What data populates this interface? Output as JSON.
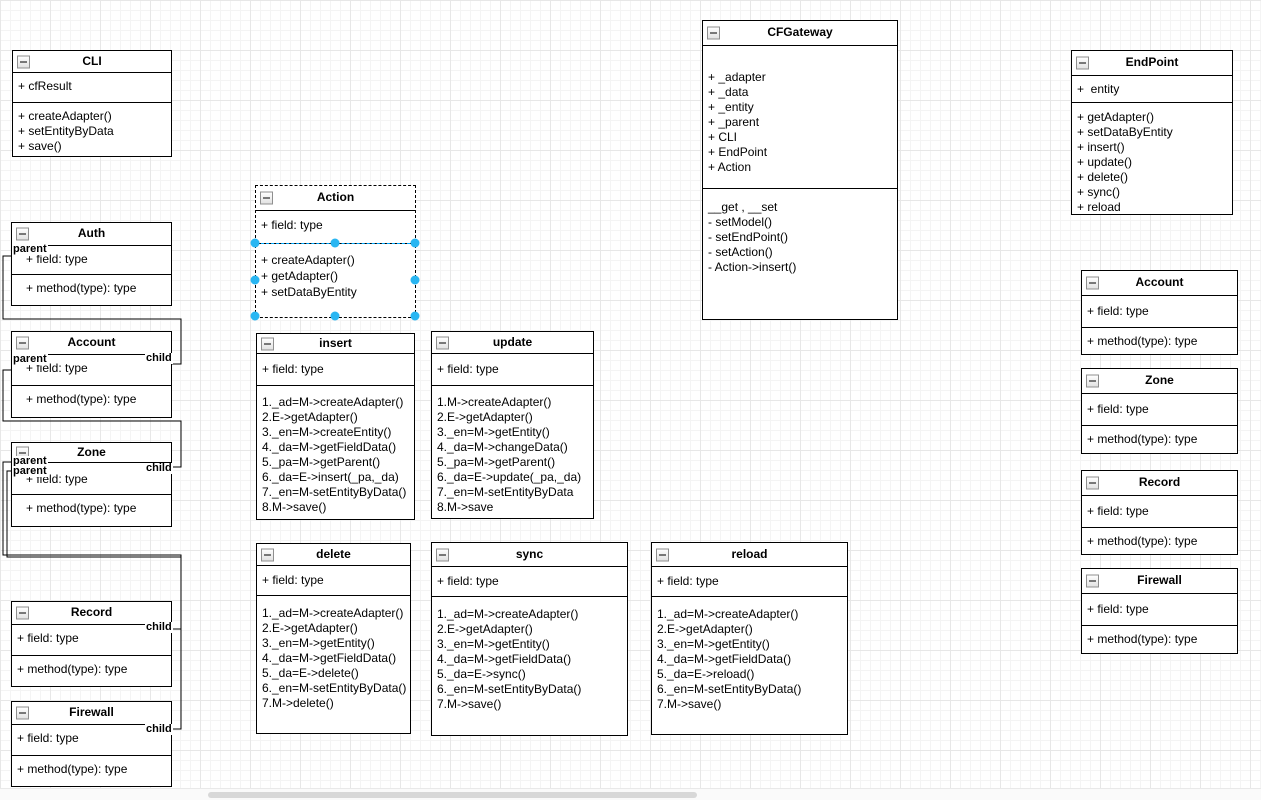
{
  "colors": {
    "box_border": "#000000",
    "selection_handle": "#29b6f2",
    "selection_outline": "#00a8ff",
    "scrollbar_thumb": "#d8d8d8"
  },
  "classes": {
    "cli": {
      "title": "CLI",
      "attrs": [
        "+ cfResult"
      ],
      "methods": [
        "+ createAdapter()",
        "+ setEntityByData",
        "+ save()"
      ]
    },
    "auth": {
      "title": "Auth",
      "attrs": [
        "+ field: type"
      ],
      "methods": [
        "+ method(type): type"
      ]
    },
    "account_left": {
      "title": "Account",
      "attrs": [
        "+ field: type"
      ],
      "methods": [
        "+ method(type): type"
      ]
    },
    "zone_left": {
      "title": "Zone",
      "attrs": [
        "+ field: type"
      ],
      "methods": [
        "+ method(type): type"
      ]
    },
    "record_left": {
      "title": "Record",
      "attrs": [
        "+ field: type"
      ],
      "methods": [
        "+ method(type): type"
      ]
    },
    "firewall_left": {
      "title": "Firewall",
      "attrs": [
        "+ field: type"
      ],
      "methods": [
        "+ method(type): type"
      ]
    },
    "action": {
      "title": "Action",
      "attrs": [
        "+ field: type"
      ],
      "methods": [
        "+ createAdapter()",
        "+ getAdapter()",
        "+ setDataByEntity"
      ]
    },
    "insert": {
      "title": "insert",
      "attrs": [
        "+ field: type"
      ],
      "methods": [
        "1._ad=M->createAdapter()",
        "2.E->getAdapter()",
        "3._en=M->createEntity()",
        "4._da=M->getFieldData()",
        "5._pa=M->getParent()",
        "6._da=E->insert(_pa,_da)",
        "7._en=M-setEntityByData()",
        "8.M->save()"
      ]
    },
    "update": {
      "title": "update",
      "attrs": [
        "+ field: type"
      ],
      "methods": [
        "1.M->createAdapter()",
        "2.E->getAdapter()",
        "3._en=M->getEntity()",
        "4._da=M->changeData()",
        "5._pa=M->getParent()",
        "6._da=E->update(_pa,_da)",
        "7._en=M-setEntityByData",
        "8.M->save"
      ]
    },
    "delete": {
      "title": "delete",
      "attrs": [
        "+ field: type"
      ],
      "methods": [
        "1._ad=M->createAdapter()",
        "2.E->getAdapter()",
        "3._en=M->getEntity()",
        "4._da=M->getFieldData()",
        "5._da=E->delete()",
        "6._en=M-setEntityByData()",
        "7.M->delete()"
      ]
    },
    "sync": {
      "title": "sync",
      "attrs": [
        "+ field: type"
      ],
      "methods": [
        "1._ad=M->createAdapter()",
        "2.E->getAdapter()",
        "3._en=M->getEntity()",
        "4._da=M->getFieldData()",
        "5._da=E->sync()",
        "6._en=M-setEntityByData()",
        "7.M->save()"
      ]
    },
    "reload": {
      "title": "reload",
      "attrs": [
        "+ field: type"
      ],
      "methods": [
        "1._ad=M->createAdapter()",
        "2.E->getAdapter()",
        "3._en=M->getEntity()",
        "4._da=M->getFieldData()",
        "5._da=E->reload()",
        "6._en=M-setEntityByData()",
        "7.M->save()"
      ]
    },
    "cfgateway": {
      "title": "CFGateway",
      "attrs": [
        "+ _adapter",
        "+ _data",
        "+ _entity",
        "+ _parent",
        "+ CLI",
        "+ EndPoint",
        "+ Action"
      ],
      "methods": [
        "__get , __set",
        "- setModel()",
        "- setEndPoint()",
        "- setAction()",
        "- Action->insert()"
      ]
    },
    "endpoint": {
      "title": "EndPoint",
      "attrs": [
        "+  entity"
      ],
      "methods": [
        "+ getAdapter()",
        "+ setDataByEntity",
        "+ insert()",
        "+ update()",
        "+ delete()",
        "+ sync()",
        "+ reload"
      ]
    },
    "account_right": {
      "title": "Account",
      "attrs": [
        "+ field: type"
      ],
      "methods": [
        "+ method(type): type"
      ]
    },
    "zone_right": {
      "title": "Zone",
      "attrs": [
        "+ field: type"
      ],
      "methods": [
        "+ method(type): type"
      ]
    },
    "record_right": {
      "title": "Record",
      "attrs": [
        "+ field: type"
      ],
      "methods": [
        "+ method(type): type"
      ]
    },
    "firewall_right": {
      "title": "Firewall",
      "attrs": [
        "+ field: type"
      ],
      "methods": [
        "+ method(type): type"
      ]
    }
  },
  "edge_labels": {
    "auth_parent": "parent",
    "account_parent": "parent",
    "account_child": "child",
    "zone_parent_1": "parent",
    "zone_parent_2": "parent",
    "zone_child": "child",
    "record_child": "child",
    "firewall_child": "child"
  }
}
